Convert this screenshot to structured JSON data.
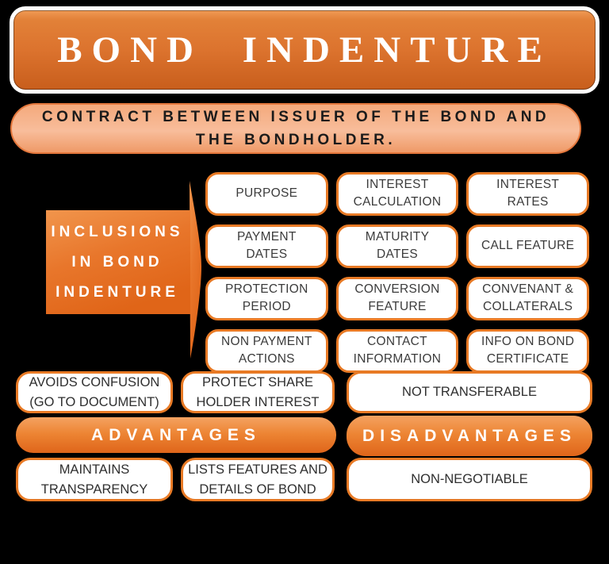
{
  "title": {
    "text": "BOND INDENTURE"
  },
  "subtitle": {
    "lines": [
      "CONTRACT BETWEEN ISSUER OF THE BOND AND",
      "THE BONDHOLDER."
    ]
  },
  "inclusions": {
    "label_lines": [
      "INCLUSIONS",
      "IN BOND",
      "INDENTURE"
    ],
    "items": [
      "PURPOSE",
      "INTEREST CALCULATION",
      "INTEREST RATES",
      "PAYMENT DATES",
      "MATURITY DATES",
      "CALL FEATURE",
      "PROTECTION PERIOD",
      "CONVERSION FEATURE",
      "CONVENANT & COLLATERALS",
      "NON PAYMENT ACTIONS",
      "CONTACT INFORMATION",
      "INFO ON BOND CERTIFICATE"
    ]
  },
  "advantages": {
    "header": "ADVANTAGES",
    "items": [
      "AVOIDS CONFUSION (GO TO DOCUMENT)",
      "PROTECT SHARE HOLDER INTEREST",
      "MAINTAINS TRANSPARENCY",
      "LISTS FEATURES AND DETAILS OF BOND"
    ]
  },
  "disadvantages": {
    "header": "DISADVANTAGES",
    "items": [
      "NOT TRANSFERABLE",
      "NON-NEGOTIABLE"
    ]
  },
  "colors": {
    "background": "#000000",
    "orange_light": "#F1954C",
    "orange": "#E8762B",
    "orange_dark": "#E06518",
    "border_orange": "#E87A25",
    "peach": "#F5A87D",
    "text_dark": "#2F2F2F",
    "white": "#FFFFFF"
  }
}
